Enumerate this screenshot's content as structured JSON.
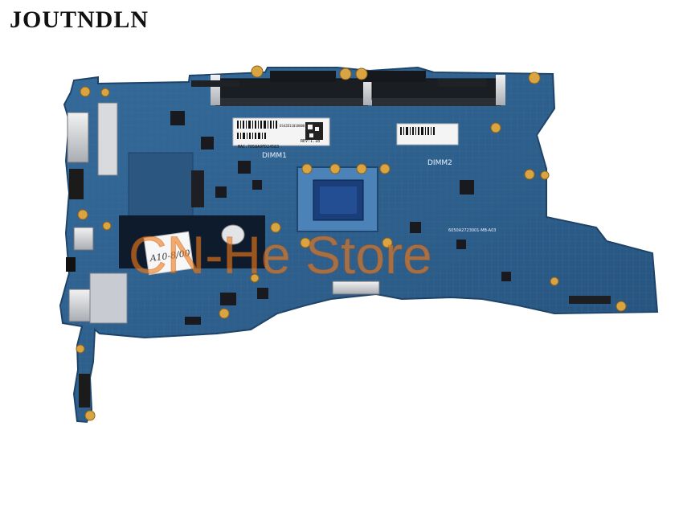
{
  "brand": {
    "title": "JOUTNDLN"
  },
  "watermark": {
    "text": "CN-He Store"
  },
  "handwritten_note": {
    "text": "A10-8/00"
  },
  "board": {
    "pcb_color": "#2e5f8c",
    "silkscreen": {
      "dimm1": "DIMM1",
      "dimm2": "DIMM2",
      "revision": "REV:1.1B",
      "mac": "MAC:7058A9FD24583",
      "serial": "ES42D11010000",
      "model": "6050A2723001-MB-A03"
    }
  },
  "colors": {
    "pcb": "#2e5f8c",
    "pcb_dark": "#234a6e",
    "heatsink": "#0d1d32",
    "cpu_die": "#1a3e7a",
    "gold": "#d9a441",
    "watermark": "#f07a1a"
  }
}
